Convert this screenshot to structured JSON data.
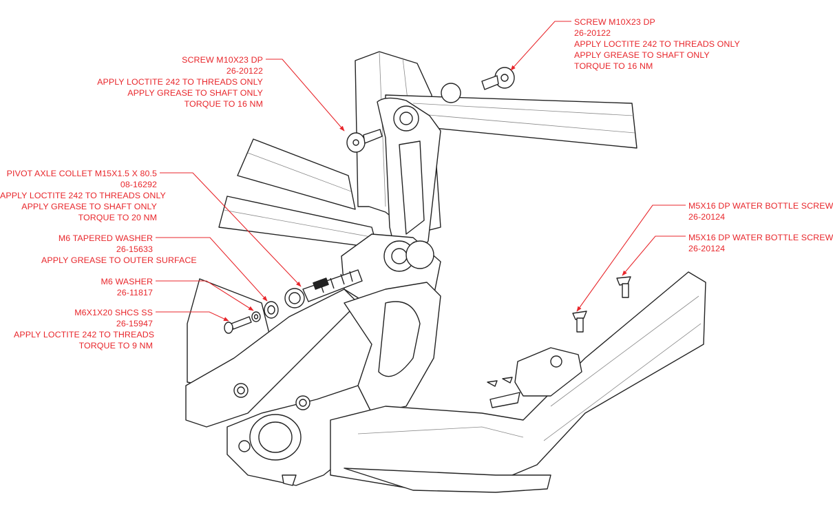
{
  "diagram": {
    "accent_color": "#e8262b",
    "line_color": "#222222",
    "callouts": [
      {
        "id": "screw-top-left",
        "align": "right",
        "lines": [
          "SCREW M10X23 DP",
          "26-20122",
          "APPLY LOCTITE 242 TO THREADS ONLY",
          "APPLY GREASE TO SHAFT ONLY",
          "TORQUE TO 16 NM"
        ]
      },
      {
        "id": "screw-top-right",
        "align": "left",
        "lines": [
          "SCREW M10X23 DP",
          "26-20122",
          "APPLY LOCTITE 242 TO THREADS ONLY",
          "APPLY GREASE TO SHAFT ONLY",
          "TORQUE TO 16 NM"
        ]
      },
      {
        "id": "pivot-axle",
        "align": "right",
        "lines": [
          "PIVOT AXLE COLLET M15X1.5 X 80.5",
          "08-16292",
          "APPLY LOCTITE 242 TO THREADS ONLY",
          "APPLY GREASE TO SHAFT ONLY",
          "TORQUE TO 20 NM"
        ]
      },
      {
        "id": "tapered-washer",
        "align": "right",
        "lines": [
          "M6 TAPERED WASHER",
          "26-15633",
          "APPLY GREASE TO OUTER SURFACE"
        ]
      },
      {
        "id": "m6-washer",
        "align": "right",
        "lines": [
          "M6 WASHER",
          "26-11817"
        ]
      },
      {
        "id": "shcs",
        "align": "right",
        "lines": [
          "M6X1X20 SHCS SS",
          "26-15947",
          "APPLY LOCTITE 242 TO THREADS",
          "TORQUE TO 9 NM"
        ]
      },
      {
        "id": "bottle-1",
        "align": "left",
        "lines": [
          "M5X16 DP WATER BOTTLE SCREW",
          "26-20124"
        ]
      },
      {
        "id": "bottle-2",
        "align": "left",
        "lines": [
          "M5X16 DP WATER BOTTLE SCREW",
          "26-20124"
        ]
      }
    ]
  }
}
